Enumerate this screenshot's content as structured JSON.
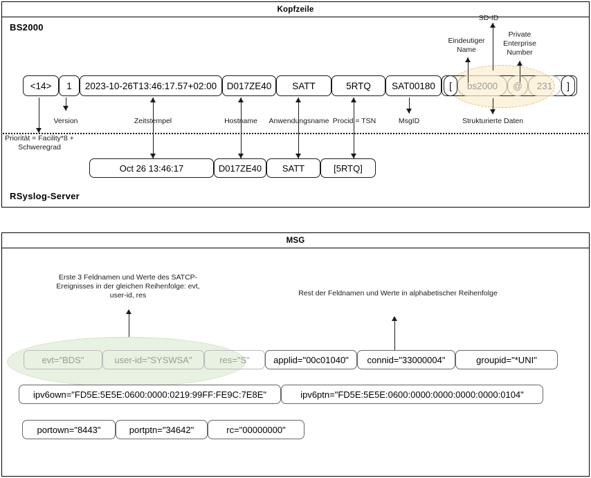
{
  "panels": {
    "header": {
      "title": "Kopfzeile",
      "source_label": "BS2000",
      "target_label": "RSyslog-Server",
      "tokens": {
        "priority": "<14>",
        "version": "1",
        "timestamp": "2023-10-26T13:46:17.57+02:00",
        "hostname": "D017ZE40",
        "appname": "SATT",
        "procid": "5RTQ",
        "msgid": "SAT00180",
        "sd_open_bracket": "[",
        "sd_name": "bs2000",
        "sd_at": "@",
        "sd_pen": "231",
        "sd_close_bracket": "]"
      },
      "annotations": {
        "priority": "Priorität = Facility*8 + Schweregrad",
        "version": "Version",
        "timestamp": "Zeitstempel",
        "hostname": "Hostname",
        "appname": "Anwendungsname",
        "procid": "Procid = TSN",
        "msgid": "MsgID",
        "structured_data": "Strukturierte Daten",
        "sd_id": "SD-ID",
        "unique_name": "Eindeutiger Name",
        "private_enterprise_number": "Private Enterprise Number"
      },
      "rsyslog_tokens": {
        "timestamp": "Oct 26 13:46:17",
        "hostname": "D017ZE40",
        "appname": "SATT",
        "procid": "[5RTQ]"
      }
    },
    "msg": {
      "title": "MSG",
      "annotations": {
        "first_three": "Erste 3 Feldnamen und Werte des SATCP-Ereignisses in der gleichen Reihenfolge: evt, user-id, res",
        "rest_alphabetical": "Rest der Feldnamen und Werte in alphabetischer Reihenfolge"
      },
      "rows": [
        [
          {
            "text": "evt=\"BDS\"",
            "dim": true
          },
          {
            "text": "user-id=\"SYSWSA\"",
            "dim": true
          },
          {
            "text": "res=\"S\"",
            "dim": true
          },
          {
            "text": "applid=\"00c01040\"",
            "dim": false
          },
          {
            "text": "connid=\"33000004\"",
            "dim": false
          },
          {
            "text": "groupid=\"*UNI\"",
            "dim": false
          }
        ],
        [
          {
            "text": "ipv6own=\"FD5E:5E5E:0600:0000:0219:99FF:FE9C:7E8E\"",
            "dim": false
          },
          {
            "text": "ipv6ptn=\"FD5E:5E5E:0600:0000:0000:0000:0000:0104\"",
            "dim": false
          }
        ],
        [
          {
            "text": "portown=\"8443\"",
            "dim": false
          },
          {
            "text": "portptn=\"34642\"",
            "dim": false
          },
          {
            "text": "rc=\"00000000\"",
            "dim": false
          }
        ]
      ]
    }
  },
  "colors": {
    "highlight_sd": "#fdf3dc",
    "highlight_sd_border": "#d9bd7a",
    "highlight_msg": "#e8f2e2",
    "highlight_msg_border": "#cfe0c4",
    "dim_text": "#9a9a9a",
    "stroke": "#1a1a1a"
  }
}
